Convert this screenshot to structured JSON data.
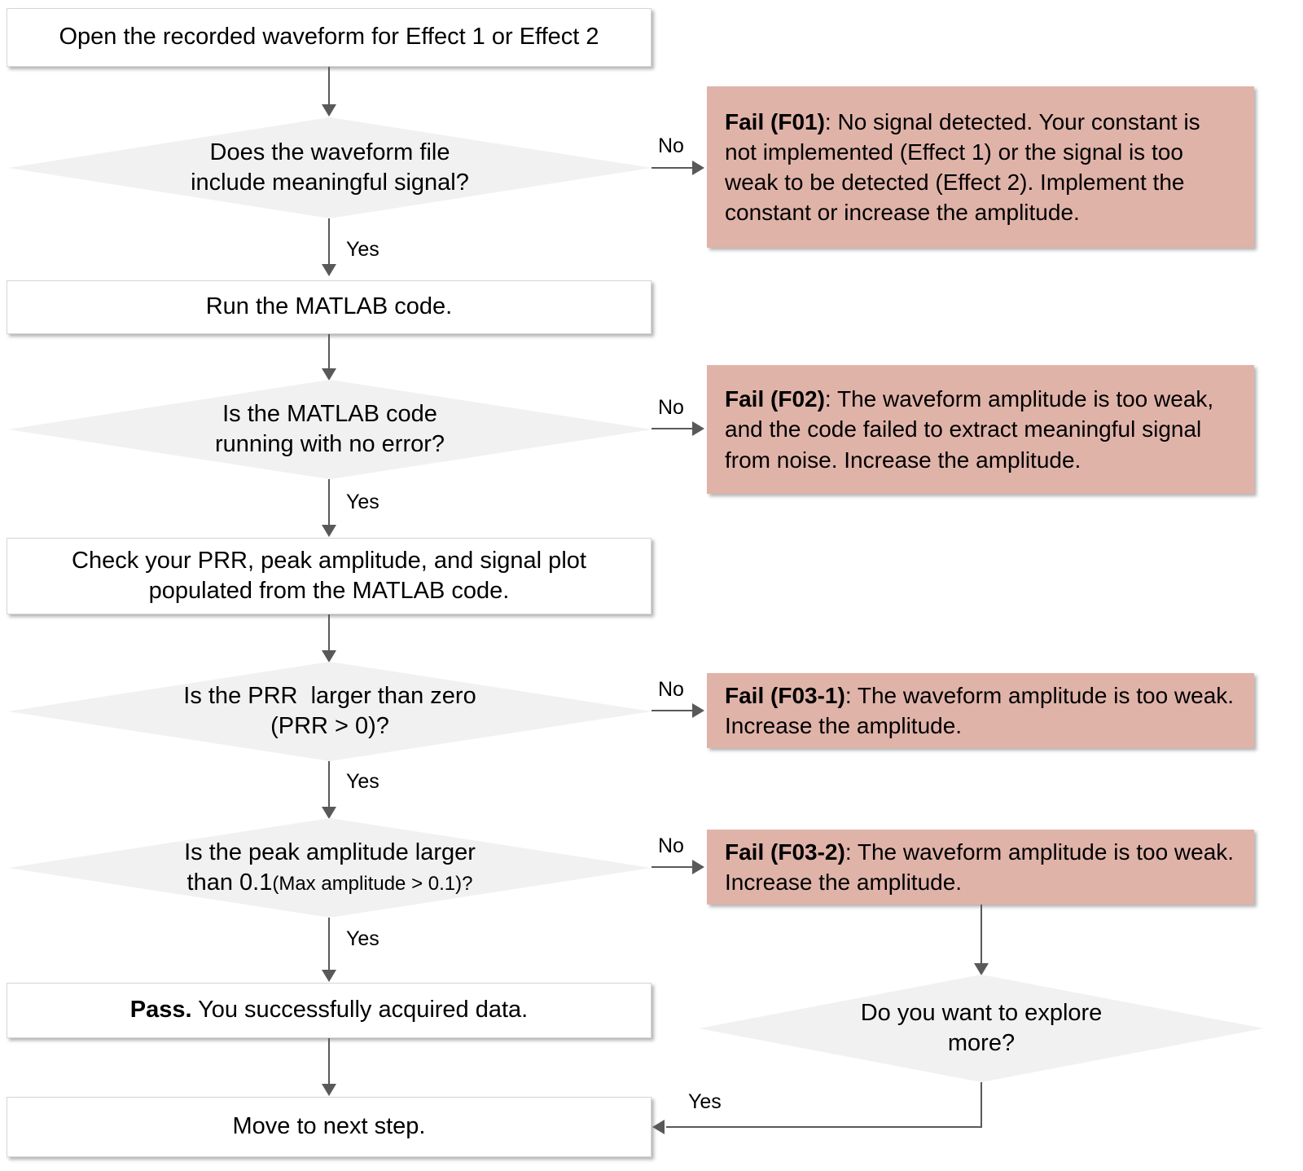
{
  "diagram": {
    "title": "Waveform data acquisition troubleshooting flowchart",
    "colors": {
      "fail_box_fill": "#e0b3a9",
      "decision_fill": "#f1f1f1",
      "process_fill": "#ffffff",
      "connector": "#595959",
      "text": "#000000"
    }
  },
  "nodes": {
    "start": {
      "type": "process",
      "text": "Open the recorded waveform for Effect 1 or Effect 2"
    },
    "d1": {
      "type": "decision",
      "line1": "Does the waveform file",
      "line2": "include meaningful signal?"
    },
    "f01": {
      "type": "fail",
      "label": "Fail (F01)",
      "text": ": No signal detected. Your constant is not implemented (Effect 1) or the signal is too weak to be detected (Effect 2). Implement the constant or increase the amplitude."
    },
    "p2": {
      "type": "process",
      "text": "Run the MATLAB code."
    },
    "d2": {
      "type": "decision",
      "line1": "Is the MATLAB code",
      "line2": "running with no error?"
    },
    "f02": {
      "type": "fail",
      "label": "Fail (F02)",
      "text": ": The waveform amplitude is too weak, and the code failed to extract meaningful signal from noise. Increase the amplitude."
    },
    "p3": {
      "type": "process",
      "line1": "Check your PRR, peak amplitude, and signal plot",
      "line2": "populated from the MATLAB code."
    },
    "d3": {
      "type": "decision",
      "line1": "Is the PRR  larger than zero",
      "line2": "(PRR > 0)?"
    },
    "f031": {
      "type": "fail",
      "label": "Fail (F03-1)",
      "text": ": The waveform amplitude is too weak. Increase the amplitude."
    },
    "d4": {
      "type": "decision",
      "line1": "Is the peak amplitude larger",
      "line2_big": "than 0.1",
      "line2_small": "(Max amplitude > 0.1)?"
    },
    "f032": {
      "type": "fail",
      "label": "Fail (F03-2)",
      "text": ": The waveform amplitude is too weak. Increase the amplitude."
    },
    "pass": {
      "type": "process",
      "label": "Pass.",
      "text": " You successfully acquired data."
    },
    "d5": {
      "type": "decision",
      "line1": "Do you want to explore",
      "line2": "more?"
    },
    "end": {
      "type": "process",
      "text": "Move to next step."
    }
  },
  "edges": {
    "no1": "No",
    "no2": "No",
    "no3": "No",
    "no4": "No",
    "yes1": "Yes",
    "yes2": "Yes",
    "yes3": "Yes",
    "yes4": "Yes",
    "yes5": "Yes"
  }
}
